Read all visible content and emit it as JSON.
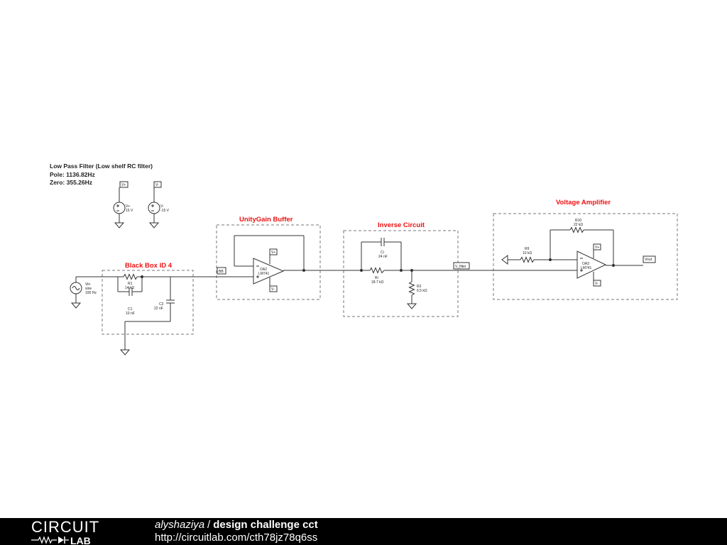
{
  "note": {
    "line1": "Low Pass Filter (Low shelf RC filter)",
    "line2": "Pole:  1136.82Hz",
    "line3": "Zero:  355.26Hz"
  },
  "blocks": {
    "black_box": "Black Box ID 4",
    "buffer": "UnityGain Buffer",
    "inverse": "Inverse Circuit",
    "amplifier": "Voltage Amplifier"
  },
  "supplies": {
    "vplus_name": "V+",
    "vplus_value": "15 V",
    "vminus_name": "V-",
    "vminus_value": "-15 V"
  },
  "source": {
    "name": "Vin",
    "type": "sine",
    "freq": "100 Hz"
  },
  "components": {
    "r1": {
      "name": "R1",
      "value": "14 kΩ"
    },
    "c1": {
      "name": "C1",
      "value": "10 nF"
    },
    "c2": {
      "name": "C2",
      "value": "22 nF"
    },
    "ci": {
      "name": "Ci",
      "value": "24 nF"
    },
    "ri": {
      "name": "Ri",
      "value": "18.7 kΩ"
    },
    "r2": {
      "name": "R2",
      "value": "6.5 kΩ"
    },
    "r9": {
      "name": "R9",
      "value": "10 kΩ"
    },
    "r10": {
      "name": "R10",
      "value": "22 kΩ"
    }
  },
  "opamps": {
    "oa2": {
      "name": "OA2",
      "model": "LM741"
    },
    "oa3": {
      "name": "OA3",
      "model": "LM741"
    }
  },
  "labels": {
    "bb": "BB",
    "vfilter": "V_filter",
    "vout": "Vout",
    "vplus": "V+",
    "vminus": "V-"
  },
  "footer": {
    "logo_top": "CIRCUIT",
    "logo_bottom": "LAB",
    "author": "alyshaziya",
    "separator": "/",
    "project": "design challenge cct",
    "url": "http://circuitlab.com/cth78jz78q6ss"
  },
  "colors": {
    "wire": "#333333",
    "block_border": "#777777",
    "block_title": "#ee1111",
    "footer_bg": "#000000"
  }
}
